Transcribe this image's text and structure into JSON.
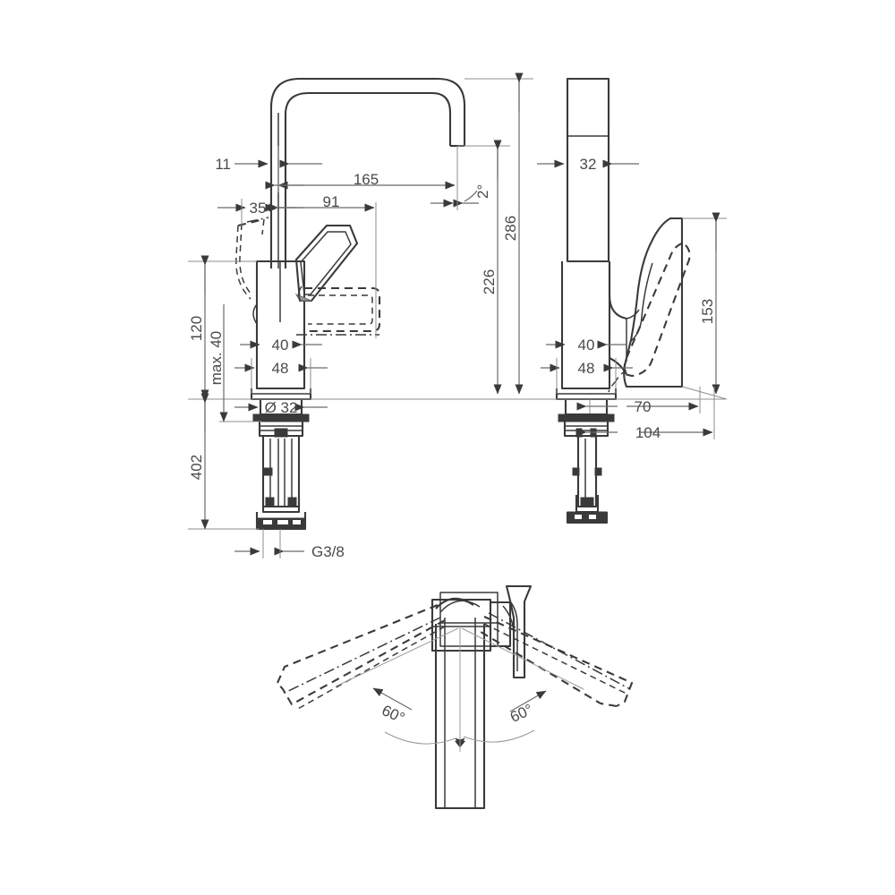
{
  "drawing": {
    "title": "Single lever basin mixer technical dimension drawing",
    "units": "mm",
    "line_color": "#3a3a3a",
    "dim_color": "#5a5a5a",
    "text_color": "#4a4a4a",
    "background": "#ffffff"
  },
  "views": {
    "front": {
      "name": "front-elevation"
    },
    "side": {
      "name": "side-elevation"
    },
    "top": {
      "name": "top-plan-swivel"
    }
  },
  "dimensions": {
    "front": {
      "spout_wall_thickness": "11",
      "spout_reach": "165",
      "handle_offset_back": "35",
      "handle_offset_front": "91",
      "outlet_angle": "2°",
      "total_height": "286",
      "spout_outlet_height": "226",
      "body_height": "120",
      "max_deck_thickness": "max. 40",
      "body_width_top": "40",
      "body_width_base": "48",
      "shank_diameter": "Ø 32",
      "overall_length": "402",
      "thread": "G3/8"
    },
    "side": {
      "spout_depth": "32",
      "handle_height": "153",
      "body_width_top": "40",
      "body_width_base": "48",
      "handle_reach": "70",
      "handle_reach_max": "104"
    },
    "top": {
      "swivel_left": "60°",
      "swivel_right": "60°"
    }
  }
}
